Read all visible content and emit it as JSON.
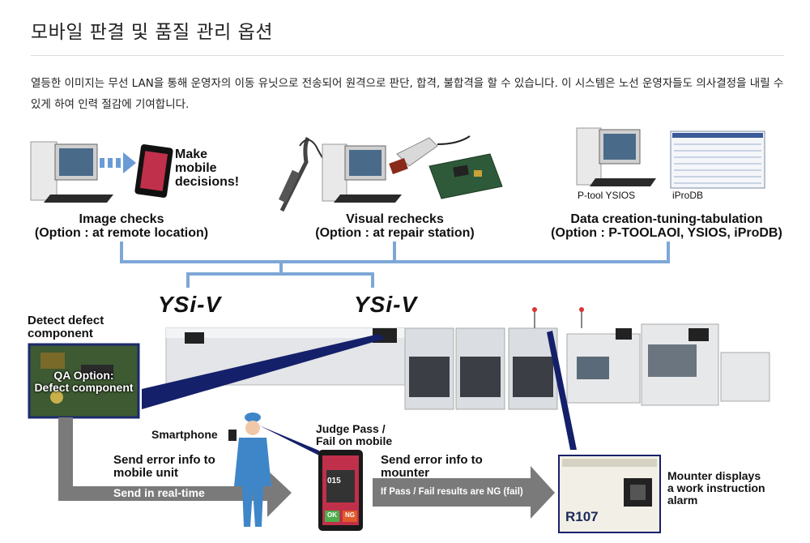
{
  "page": {
    "title": "모바일 판결 및 품질 관리 옵션",
    "description": "열등한 이미지는 무선 LAN을 통해 운영자의 이동 유닛으로 전송되어 원격으로 판단, 합격, 불합격을 할 수 있습니다. 이 시스템은 노선 운영자들도 의사결정을 내릴 수 있게 하여 인력 절감에 기여합니다."
  },
  "figure": {
    "make_mobile": [
      "Make",
      "mobile",
      "decisions!"
    ],
    "image_checks": [
      "Image checks",
      "(Option : at remote location)"
    ],
    "visual_rechecks": [
      "Visual rechecks",
      "(Option : at repair station)"
    ],
    "data_creation": [
      "Data creation-tuning-tabulation",
      "(Option : P-TOOLAOI, YSIOS,  iProDB)"
    ],
    "ptool_label": "P-tool YSIOS",
    "iprodb_label": "iProDB",
    "ysi_left": "YSi-V",
    "ysi_right": "YSi-V",
    "detect_defect": [
      "Detect defect",
      "component"
    ],
    "qa_option": [
      "QA Option:",
      "Defect component"
    ],
    "smartphone": "Smartphone",
    "judge_pass": [
      "Judge Pass /",
      "Fail on mobile"
    ],
    "send_mobile": [
      "Send error info to",
      "mobile unit"
    ],
    "send_realtime": "Send in real-time",
    "send_mounter": [
      "Send error info to",
      "mounter"
    ],
    "if_pass_fail": "If Pass / Fail results are NG (fail)",
    "mounter_displays": [
      "Mounter displays",
      "a work instruction",
      "alarm"
    ],
    "r107": "R107",
    "phone_ok": "OK",
    "phone_ng": "NG",
    "phone_num": "015"
  },
  "colors": {
    "connector_blue": "#7ea7d6",
    "beam_navy": "#15206a",
    "arrow_gray": "#7a7a7a",
    "worker_blue": "#3f86c8"
  }
}
